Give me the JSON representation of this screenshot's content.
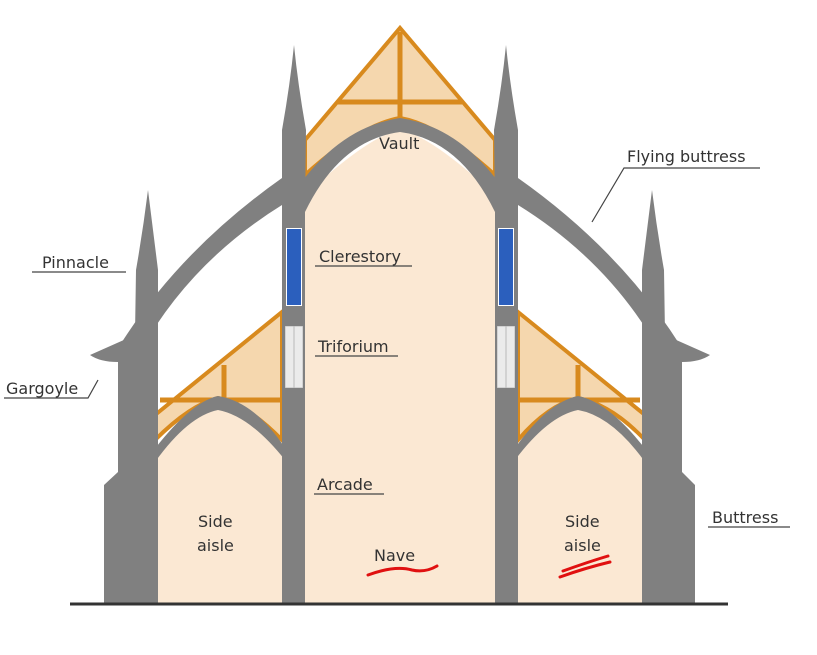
{
  "labels": {
    "vault": "Vault",
    "flying_buttress": "Flying buttress",
    "pinnacle": "Pinnacle",
    "clerestory": "Clerestory",
    "triforium": "Triforium",
    "gargoyle": "Gargoyle",
    "arcade": "Arcade",
    "side_aisle_left_line1": "Side",
    "side_aisle_left_line2": "aisle",
    "side_aisle_right_line1": "Side",
    "side_aisle_right_line2": "aisle",
    "nave": "Nave",
    "buttress": "Buttress"
  },
  "colors": {
    "stone": "#808080",
    "interior": "#fbe8d3",
    "roof_fill": "#f5d7ae",
    "timber": "#d88a1e",
    "glass": "#2b5fbd",
    "triforium_glass": "#ebebeb",
    "annotation": "#e01010",
    "ground": "#333333"
  }
}
